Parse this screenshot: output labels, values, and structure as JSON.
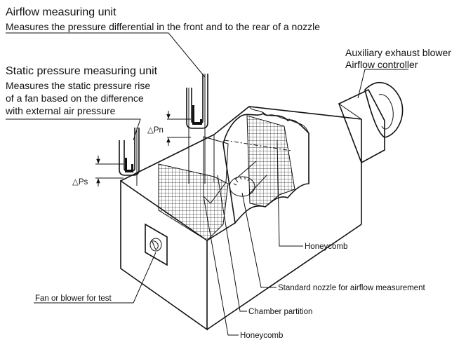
{
  "labels": {
    "airflow_title": "Airflow measuring unit",
    "airflow_desc": "Measures the pressure differential in the front and to the rear of a nozzle",
    "static_title": "Static pressure measuring unit",
    "static_desc_1": "Measures the static pressure rise",
    "static_desc_2": "of a fan based on the difference",
    "static_desc_3": "with external air pressure",
    "aux_blower": "Auxiliary exhaust blower",
    "airflow_controller": "Airflow controller",
    "delta_pn": "△Pn",
    "delta_ps": "△Ps",
    "honeycomb_right": "Honeycomb",
    "standard_nozzle": "Standard nozzle for airflow measurement",
    "chamber_partition": "Chamber partition",
    "honeycomb_bottom": "Honeycomb",
    "fan_test": "Fan or blower for test"
  }
}
